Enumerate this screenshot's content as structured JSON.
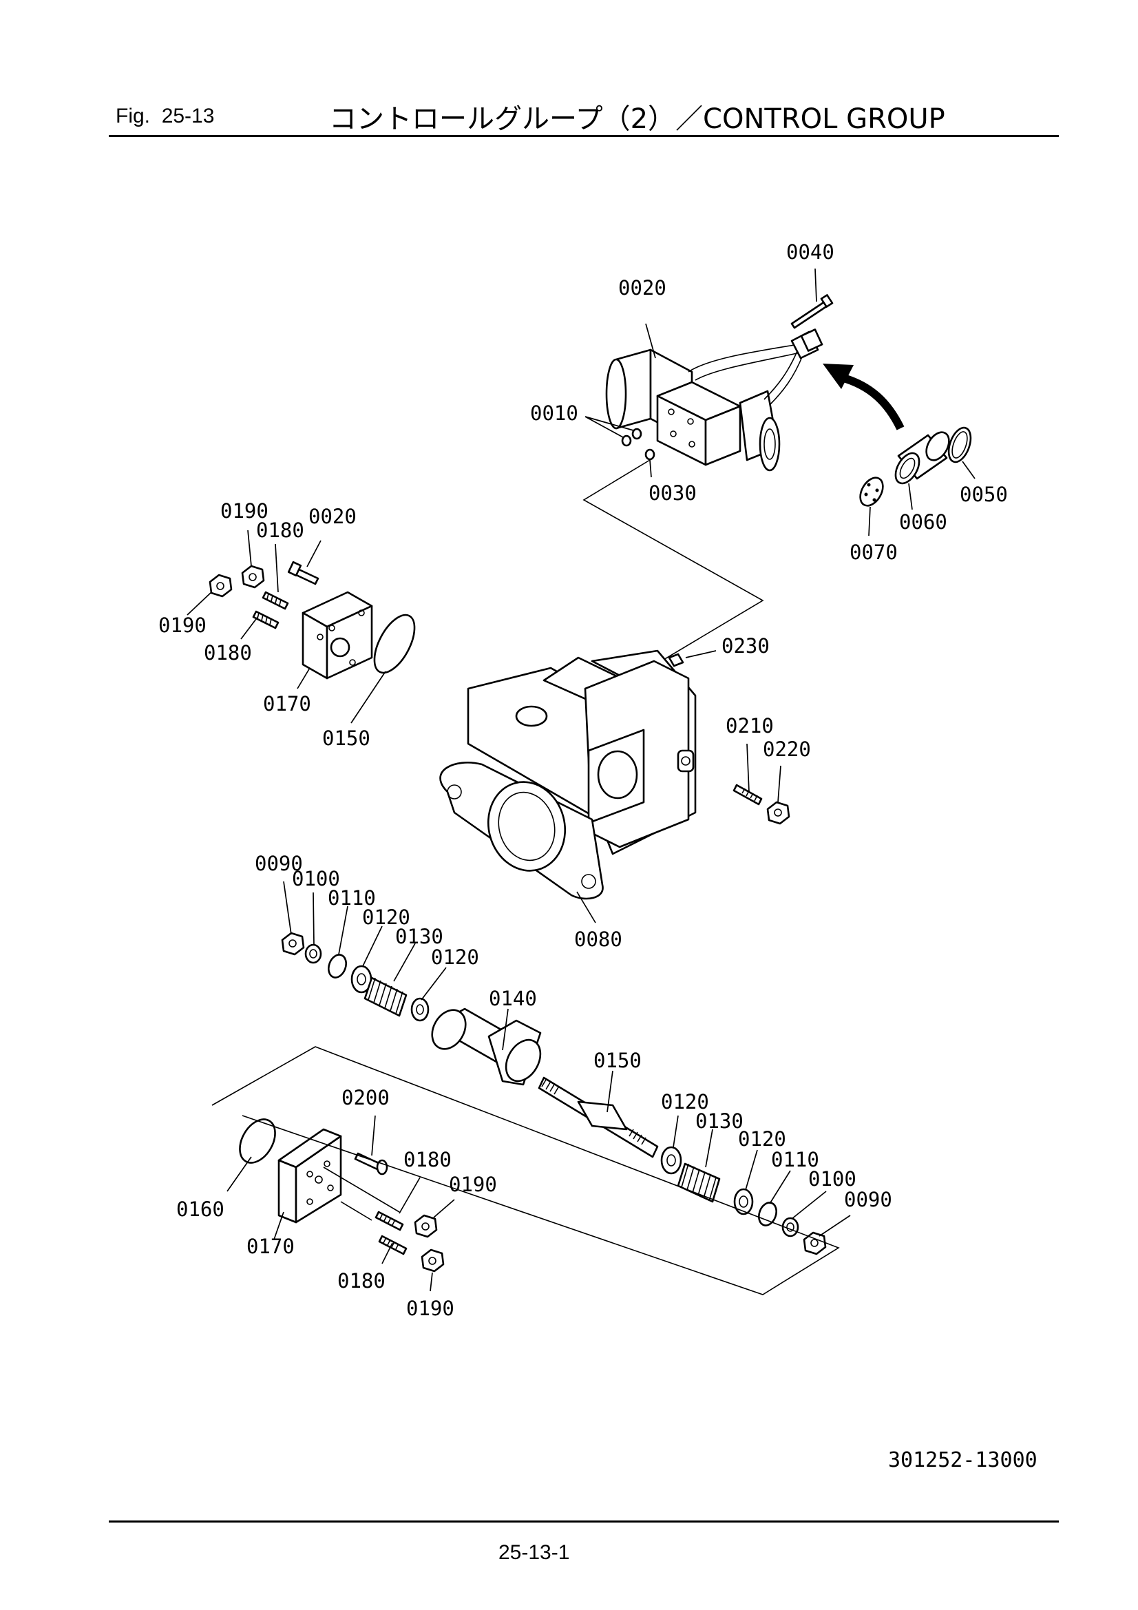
{
  "header": {
    "fig_label": "Fig.",
    "fig_number": "25-13",
    "title": "コントロールグループ（2）／CONTROL GROUP"
  },
  "labels": {
    "p0040": "0040",
    "p0020_top": "0020",
    "p0010": "0010",
    "p0030": "0030",
    "p0050": "0050",
    "p0060": "0060",
    "p0070": "0070",
    "p0190_a": "0190",
    "p0180_a": "0180",
    "p0020_b": "0020",
    "p0190_b": "0190",
    "p0180_b": "0180",
    "p0170_a": "0170",
    "p0150_a": "0150",
    "p0230": "0230",
    "p0210": "0210",
    "p0220": "0220",
    "p0080": "0080",
    "p0090_a": "0090",
    "p0100_a": "0100",
    "p0110_a": "0110",
    "p0120_a": "0120",
    "p0130_a": "0130",
    "p0120_b": "0120",
    "p0140": "0140",
    "p0150_b": "0150",
    "p0200": "0200",
    "p0120_c": "0120",
    "p0130_b": "0130",
    "p0120_d": "0120",
    "p0110_b": "0110",
    "p0100_b": "0100",
    "p0090_b": "0090",
    "p0180_c": "0180",
    "p0190_c": "0190",
    "p0160": "0160",
    "p0170_b": "0170",
    "p0180_d": "0180",
    "p0190_d": "0190"
  },
  "footer": {
    "document_number": "301252-13000",
    "page_number": "25-13-1"
  }
}
